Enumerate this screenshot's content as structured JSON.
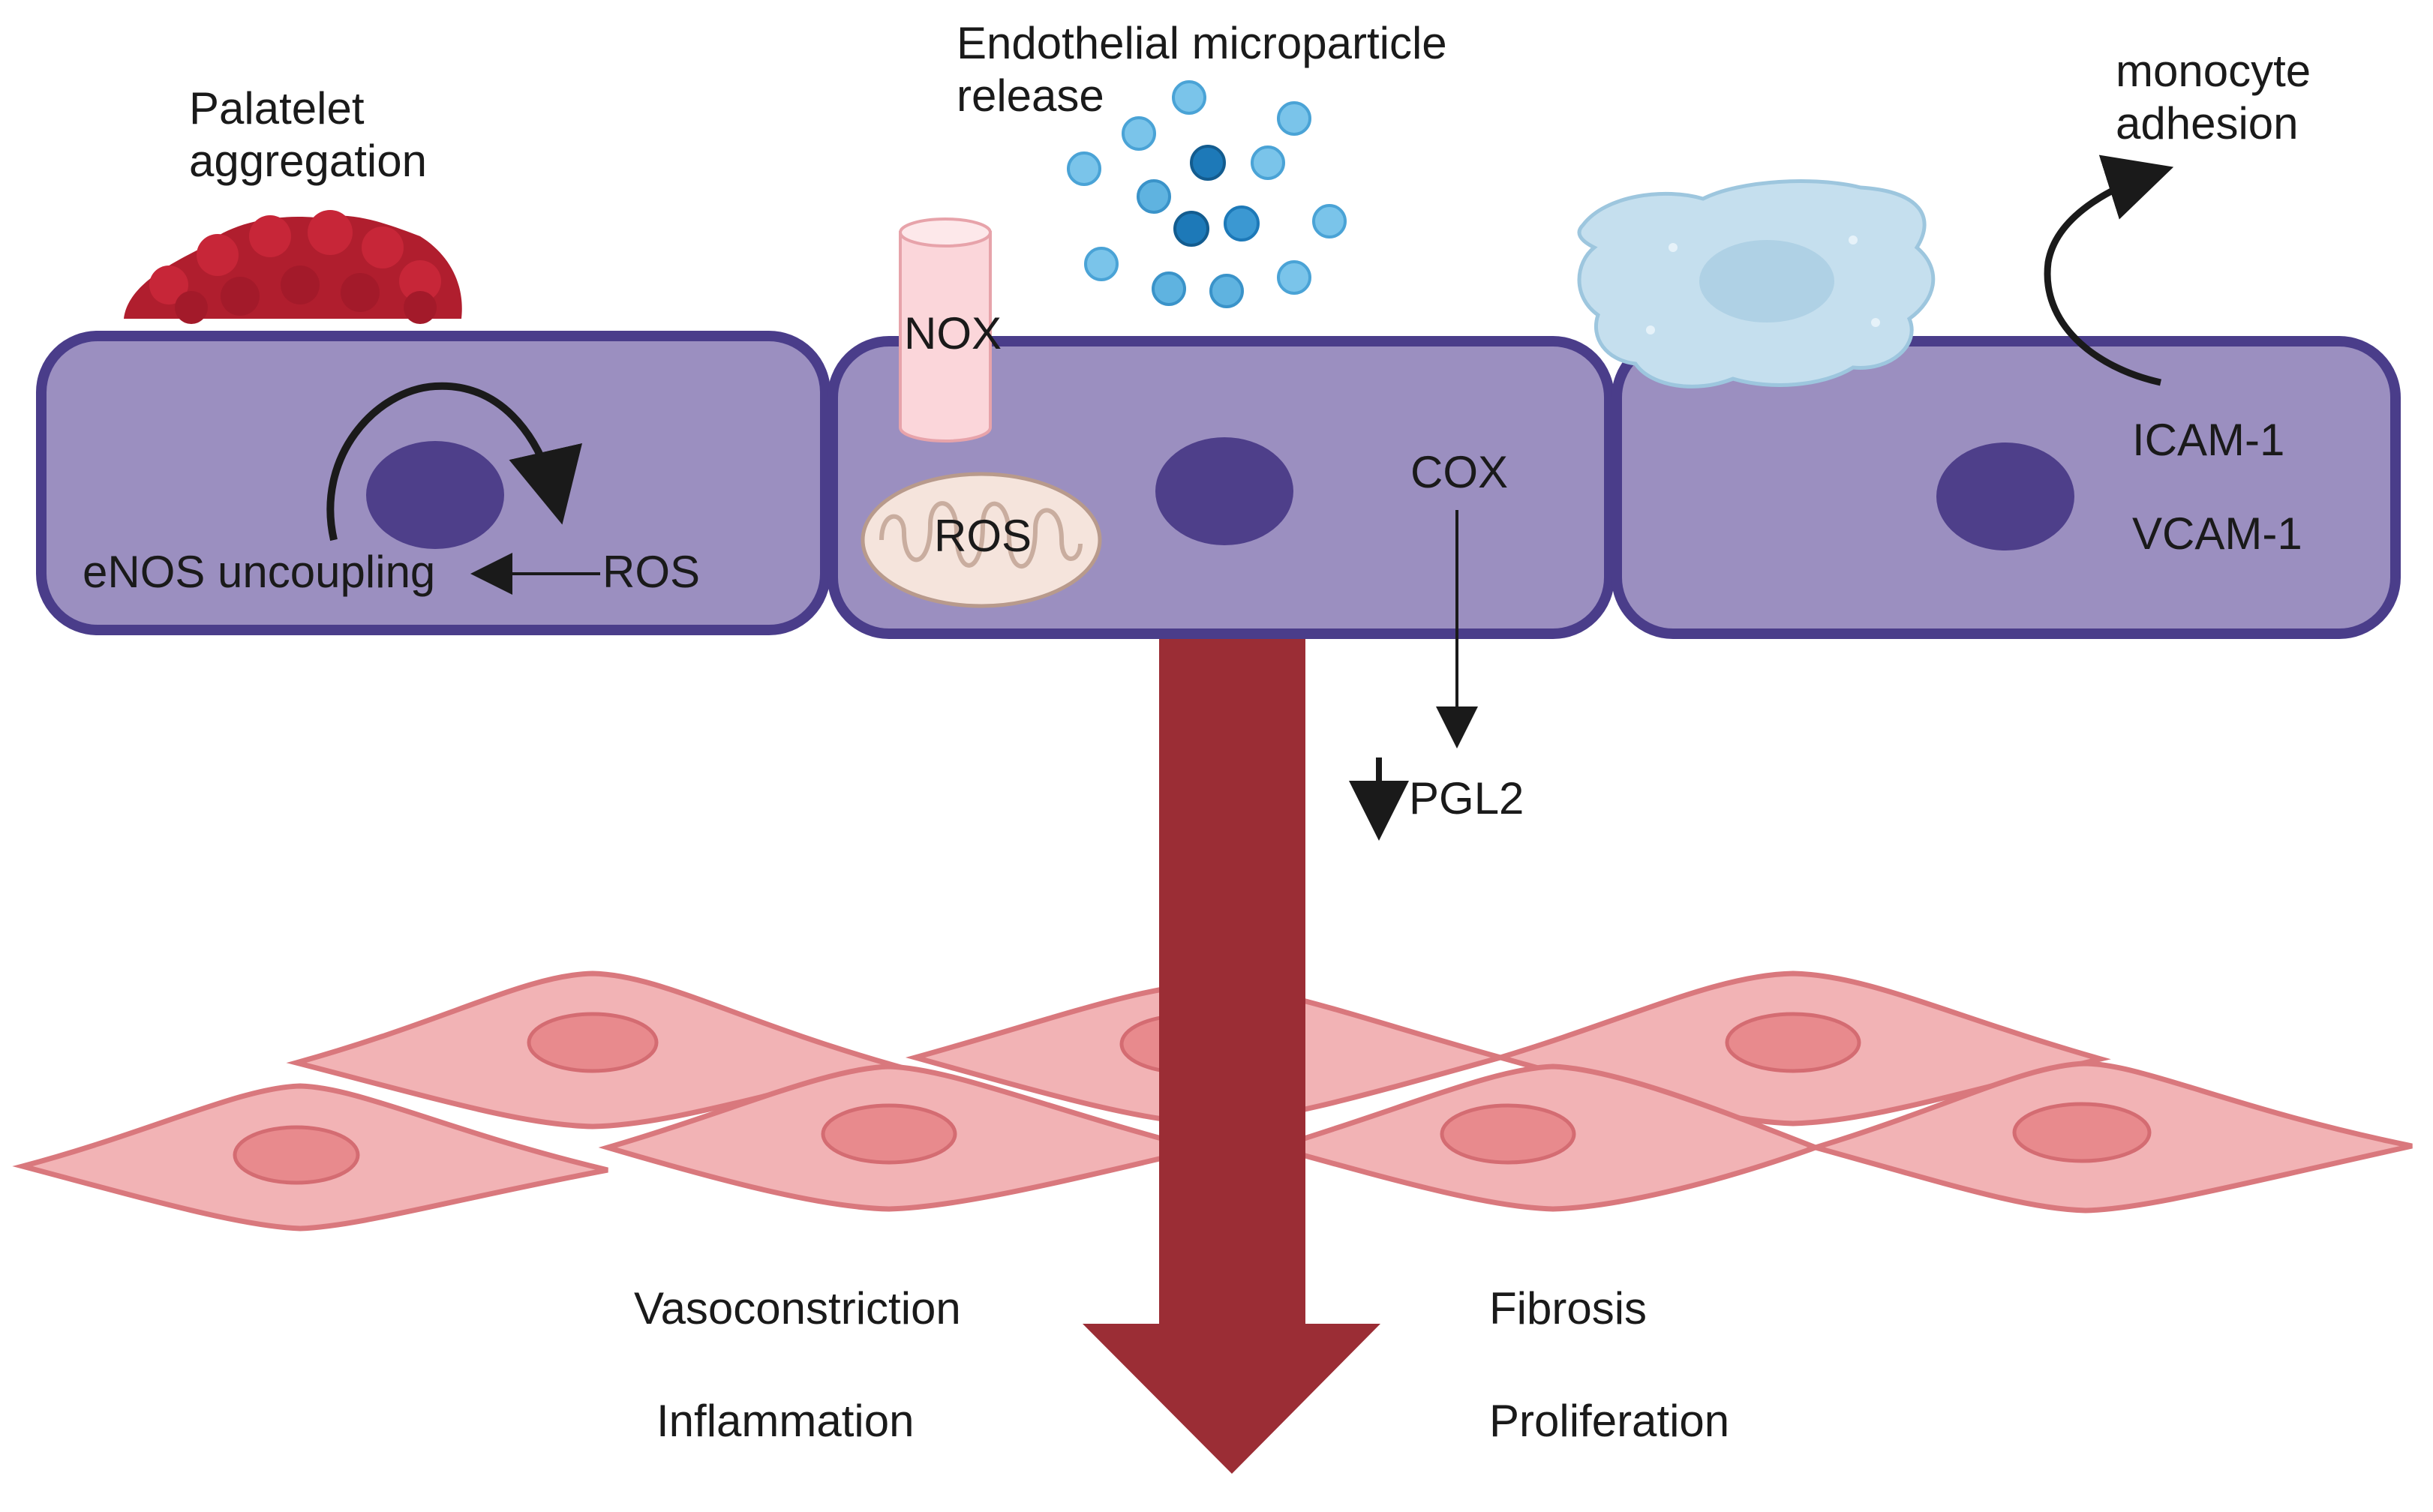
{
  "diagram": {
    "labels": {
      "platelet": [
        "Palatelet",
        "aggregation"
      ],
      "emp": [
        "Endothelial microparticle",
        "release"
      ],
      "monocyte": [
        "monocyte",
        "adhesion"
      ],
      "enos": "eNOS uncoupling",
      "ros_cell1": "ROS",
      "nox": "NOX",
      "ros_mito": "ROS",
      "cox": "COX",
      "pgl2": "PGL2",
      "icam": "ICAM-1",
      "vcam": "VCAM-1",
      "vasoconstriction": "Vasoconstriction",
      "inflammation": "Inflammation",
      "fibrosis": "Fibrosis",
      "proliferation": "Proliferation"
    },
    "colors": {
      "endothelial_cell_fill": "#9b8fc0",
      "endothelial_cell_border": "#4a3d8a",
      "nucleus": "#4e3f8a",
      "platelet": "#b01e2e",
      "microparticle": "#5fb3e0",
      "microparticle_dark": "#1d79b8",
      "monocyte": "#c5dfee",
      "main_arrow": "#9b2d35",
      "smooth_muscle_cell": "#f2b3b5",
      "smooth_muscle_border": "#d9787d",
      "smooth_muscle_nucleus": "#e88a8d",
      "mitochondrion": "#f5e4dc",
      "nox_channel": "#fbd6da"
    }
  }
}
